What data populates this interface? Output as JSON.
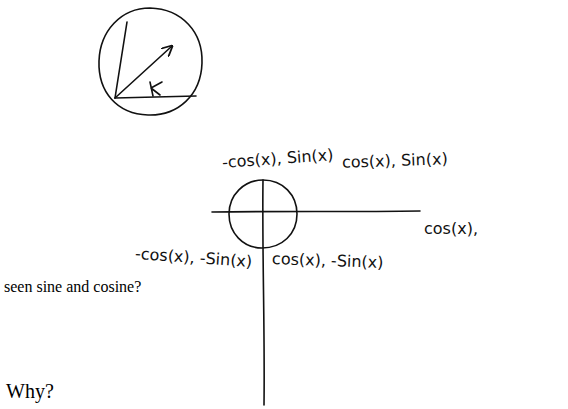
{
  "diagram": {
    "labels": [
      "-cos(x), Sin(x)",
      "cos(x), Sin(x)",
      "cos(x),",
      "-cos(x), -Sin(x)",
      "cos(x), -Sin(x)",
      "seen sine and cosine?",
      "Why?"
    ]
  }
}
